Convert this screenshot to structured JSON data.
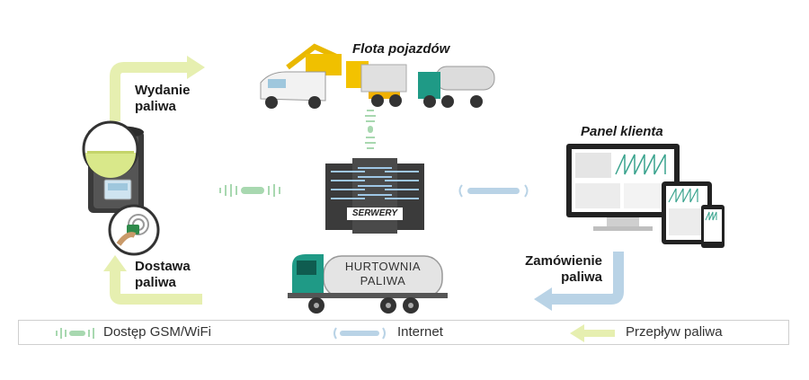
{
  "labels": {
    "fleet": "Flota pojazdów",
    "fuel_issue_line1": "Wydanie",
    "fuel_issue_line2": "paliwa",
    "fuel_delivery_line1": "Dostawa",
    "fuel_delivery_line2": "paliwa",
    "client_panel": "Panel klienta",
    "fuel_order_line1": "Zamówienie",
    "fuel_order_line2": "paliwa",
    "servers": "SERWERY",
    "wholesale_line1": "HURTOWNIA",
    "wholesale_line2": "PALIWA"
  },
  "legend": {
    "gsm": "Dostęp GSM/WiFi",
    "internet": "Internet",
    "fuel_flow": "Przepływ paliwa"
  },
  "colors": {
    "fuel_arrow": "#e6efb0",
    "internet_arrow": "#b9d3e6",
    "gsm_wave": "#a8d8b0",
    "truck_cab": "#1f9a86",
    "tank_silver": "#dcdcdc"
  },
  "icons": {
    "fuel_dispenser": "fuel-dispenser-icon",
    "rfid_reader": "rfid-card-icon",
    "vehicle_fleet": "vehicle-fleet-icon",
    "server_rack": "server-rack-icon",
    "tanker_truck": "tanker-truck-icon",
    "devices": "monitor-tablet-phone-icon"
  }
}
